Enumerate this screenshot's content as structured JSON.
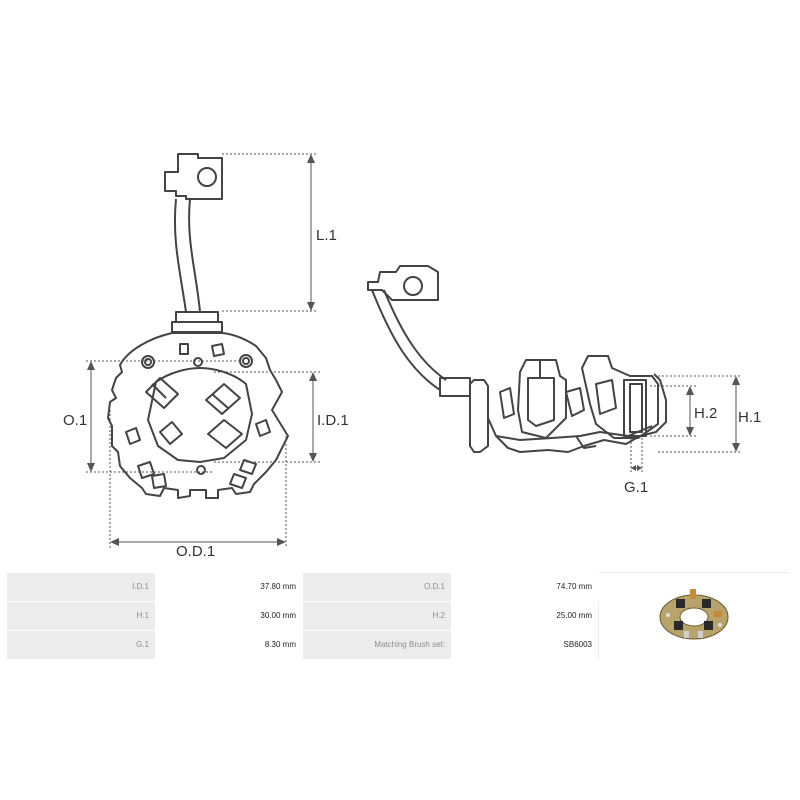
{
  "dimension_labels": {
    "l1": "L.1",
    "o1": "O.1",
    "id1": "I.D.1",
    "od1": "O.D.1",
    "h1": "H.1",
    "h2": "H.2",
    "g1": "G.1"
  },
  "specs": [
    {
      "label_left": "I.D.1",
      "value_left": "37.80 mm",
      "label_right": "O.D.1",
      "value_right": "74.70 mm"
    },
    {
      "label_left": "H.1",
      "value_left": "30.00 mm",
      "label_right": "H.2",
      "value_right": "25.00 mm"
    },
    {
      "label_left": "G.1",
      "value_left": "8.30 mm",
      "label_right": "Matching Brush set:",
      "value_right": "SB6003"
    }
  ],
  "colors": {
    "line": "#444444",
    "dim_line": "#555555",
    "label_bg": "#ececec"
  }
}
